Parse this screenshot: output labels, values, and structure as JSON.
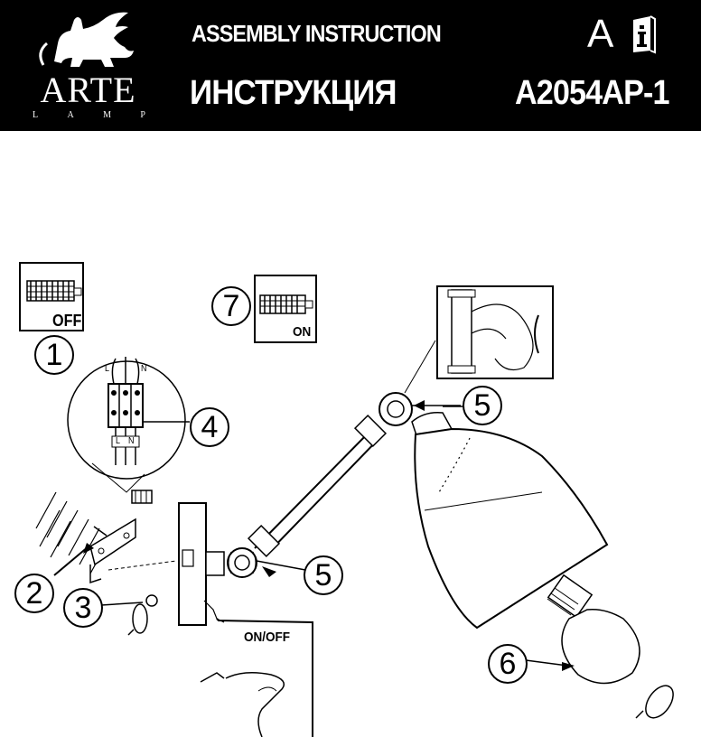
{
  "header": {
    "logo": {
      "word": "ARTE",
      "sub_letters": [
        "L",
        "A",
        "M",
        "P"
      ],
      "icon": "griffin-logo-icon"
    },
    "title_en": "ASSEMBLY INSTRUCTION",
    "title_ru": "ИНСТРУКЦИЯ",
    "language_mark": "A",
    "info_icon": "info-booklet-icon",
    "model": "A2054AP-1"
  },
  "diagram": {
    "steps": [
      "1",
      "2",
      "3",
      "4",
      "5",
      "5",
      "6",
      "7"
    ],
    "labels": {
      "switch_off": "OFF",
      "switch_on": "ON",
      "lamp_switch": "ON/OFF",
      "wire_l": "L",
      "wire_n": "N",
      "terminal_l": "L",
      "terminal_n": "N"
    },
    "icons": [
      "breaker-panel-icon",
      "terminal-block-icon",
      "screw-icon",
      "rotate-arrow-icon",
      "light-bulb-icon",
      "hand-icon",
      "lamp-shade-icon"
    ]
  }
}
